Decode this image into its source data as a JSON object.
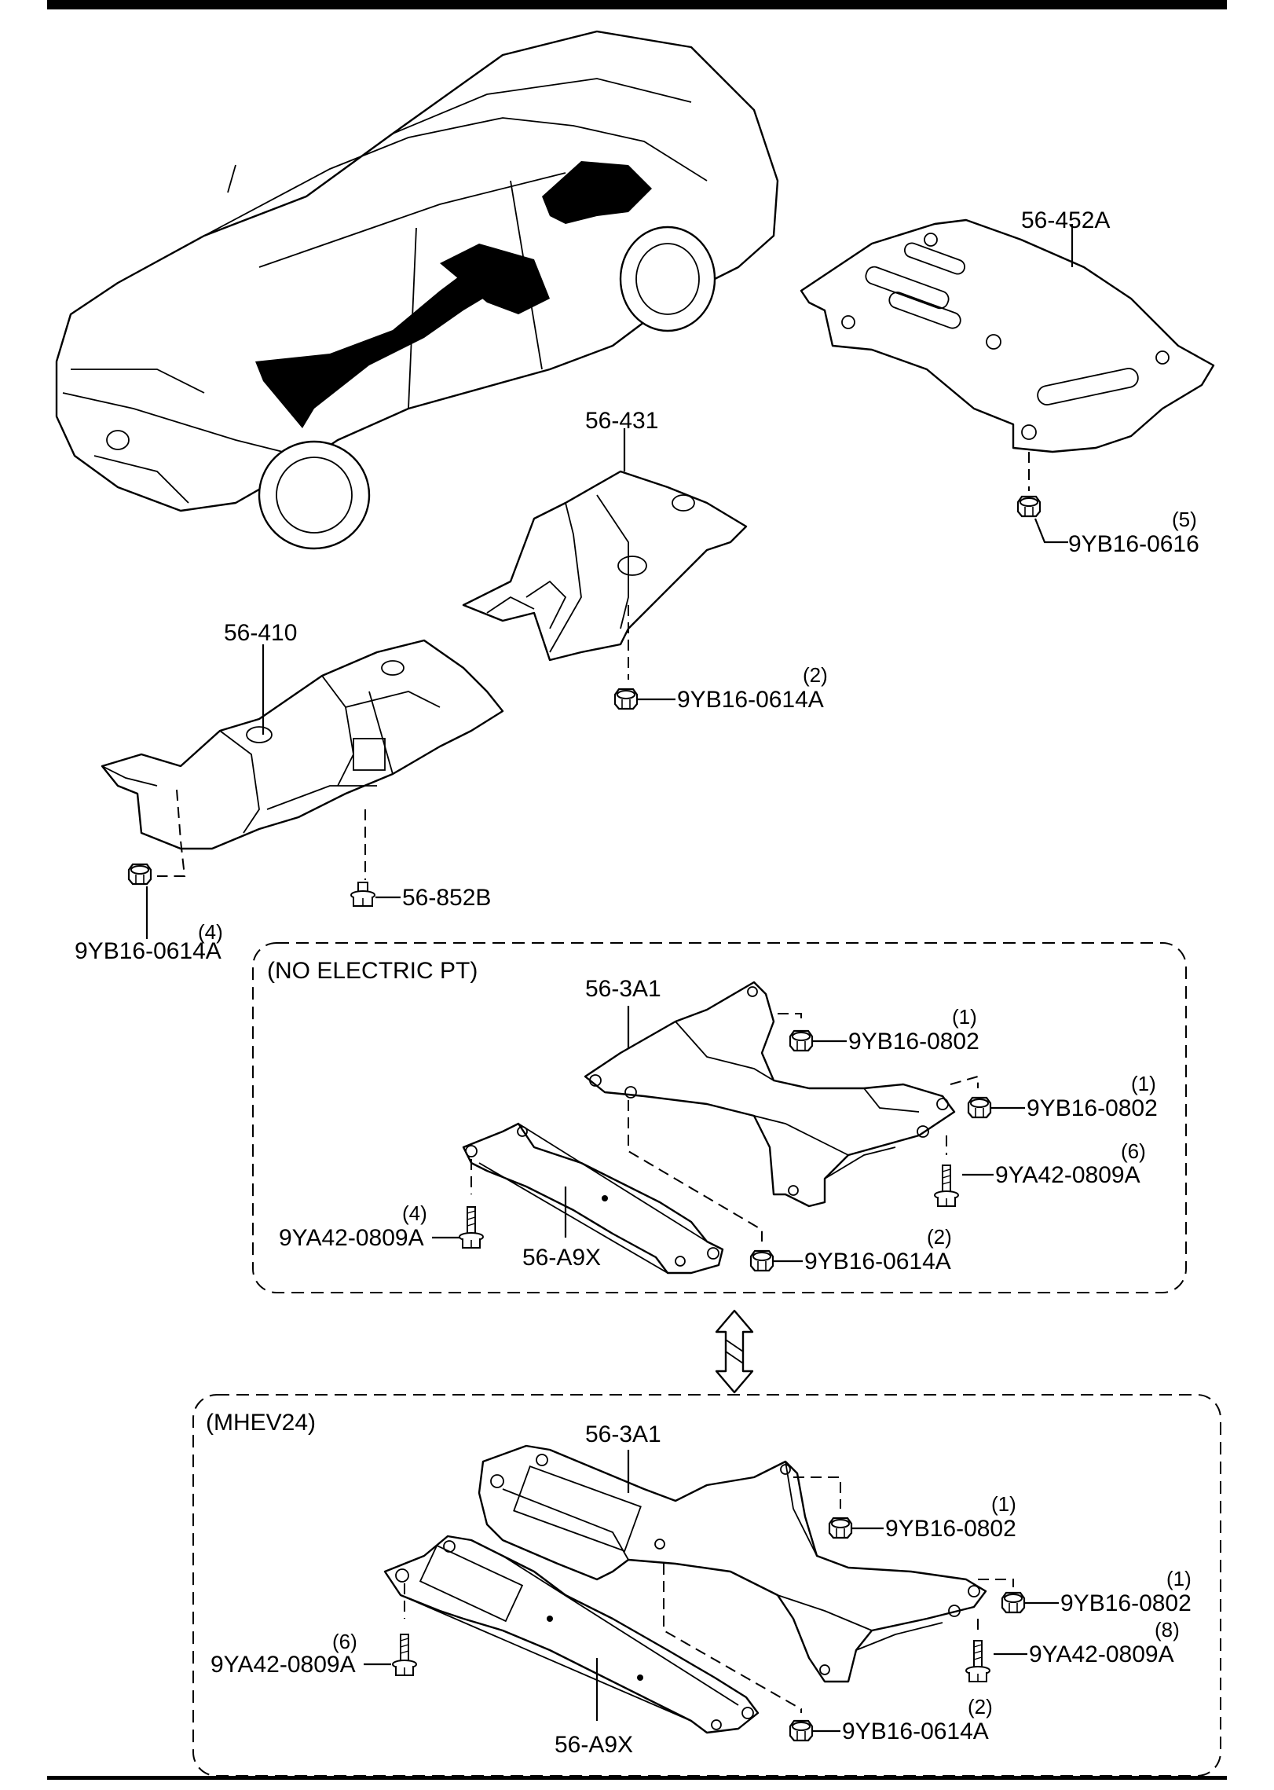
{
  "callouts": {
    "p452": "56-452A",
    "p431": "56-431",
    "p410": "56-410",
    "p852": "56-852B",
    "f0616": "9YB16-0616",
    "f0616_qty": "(5)",
    "f0614_431": "9YB16-0614A",
    "f0614_431_qty": "(2)",
    "f0614_410": "9YB16-0614A",
    "f0614_410_qty": "(4)"
  },
  "no_electric": {
    "title": "(NO ELECTRIC PT)",
    "p3a1": "56-3A1",
    "pa9x": "56-A9X",
    "f0802a": "9YB16-0802",
    "f0802a_qty": "(1)",
    "f0802b": "9YB16-0802",
    "f0802b_qty": "(1)",
    "f0809r": "9YA42-0809A",
    "f0809r_qty": "(6)",
    "f0809l": "9YA42-0809A",
    "f0809l_qty": "(4)",
    "f0614": "9YB16-0614A",
    "f0614_qty": "(2)"
  },
  "mhev": {
    "title": "(MHEV24)",
    "p3a1": "56-3A1",
    "pa9x": "56-A9X",
    "f0802a": "9YB16-0802",
    "f0802a_qty": "(1)",
    "f0802b": "9YB16-0802",
    "f0802b_qty": "(1)",
    "f0809r": "9YA42-0809A",
    "f0809r_qty": "(8)",
    "f0809l": "9YA42-0809A",
    "f0809l_qty": "(6)",
    "f0614": "9YB16-0614A",
    "f0614_qty": "(2)"
  },
  "icons": {
    "swap": "double-arrow-icon",
    "nut": "flange-nut-icon",
    "bolt": "flange-bolt-icon",
    "clip": "push-clip-icon"
  }
}
